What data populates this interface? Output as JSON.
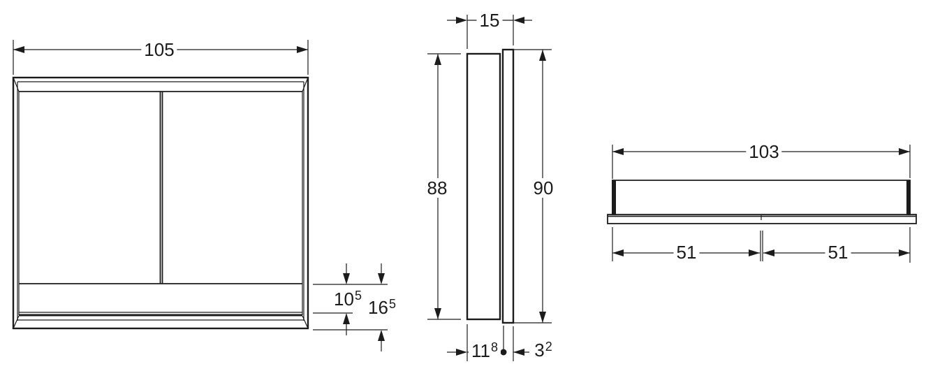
{
  "meta": {
    "background_color": "#ffffff",
    "line_color": "#1c1c1c",
    "drawing_type": "technical dimension drawing, three orthographic views of a mirror cabinet"
  },
  "views": {
    "front": {
      "width_label": "105",
      "lower_inset": {
        "base": "10",
        "sup": "5"
      },
      "lower_total": {
        "base": "16",
        "sup": "5"
      }
    },
    "side": {
      "depth_label": "15",
      "body_height_label": "88",
      "total_height_label": "90",
      "body_depth": {
        "base": "11",
        "sup": "8"
      },
      "back_panel_depth": {
        "base": "3",
        "sup": "2"
      }
    },
    "top": {
      "width_label": "103",
      "left_half_label": "51",
      "right_half_label": "51"
    }
  }
}
